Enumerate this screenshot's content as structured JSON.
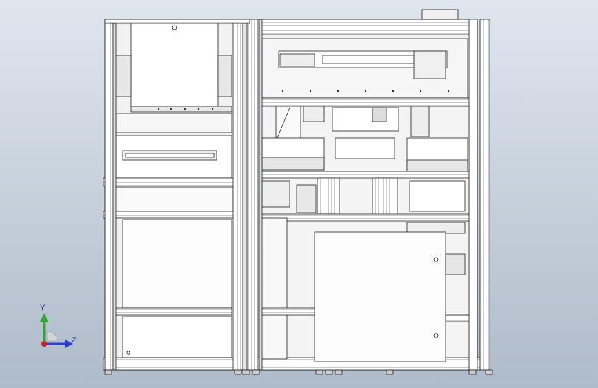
{
  "window": {
    "title": "",
    "background_top": "#dfe6ee",
    "background_bottom": "#aebbc9"
  },
  "model": {
    "view": "front",
    "line_color": "#222222",
    "body_fill": "#ffffff",
    "shade_fill": "#d9d9d9"
  },
  "triad": {
    "y_label": "Y",
    "z_label": "Z",
    "y_color": "#2ea82e",
    "z_color": "#2a3fd0",
    "x_color": "#d02020"
  }
}
